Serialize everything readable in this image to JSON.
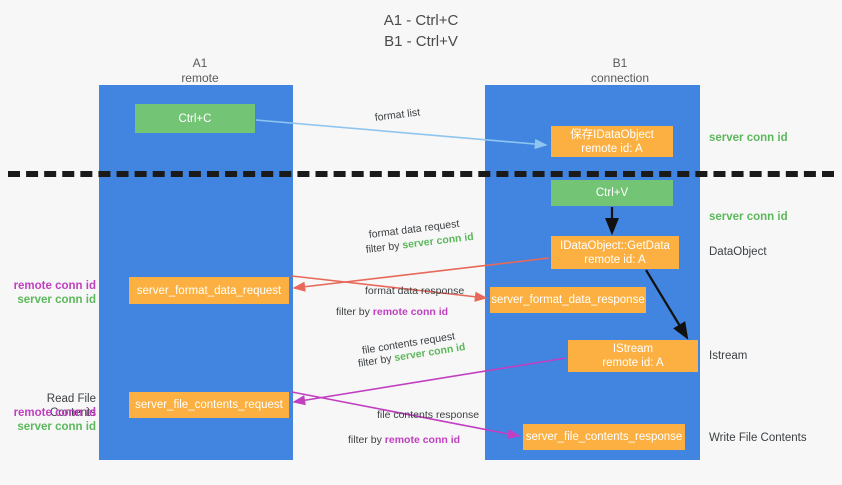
{
  "title": {
    "line1": "A1 - Ctrl+C",
    "line2": "B1 - Ctrl+V"
  },
  "columns": [
    {
      "id": "a1",
      "name": "A1",
      "subtitle": "remote"
    },
    {
      "id": "b1",
      "name": "B1",
      "subtitle": "connection"
    }
  ],
  "colors": {
    "lane": "#4285e0",
    "green_node": "#74c476",
    "orange_node": "#fbb041",
    "server_conn_id": "#5cb85c",
    "remote_conn_id": "#c13fc1",
    "arrow_blue": "#8ec5f0",
    "arrow_red": "#e8685a",
    "arrow_magenta": "#c13fc1",
    "arrow_black": "#111111",
    "divider": "#1a1a1a",
    "background": "#f7f7f7"
  },
  "nodes": {
    "ctrl_c": {
      "label": "Ctrl+C",
      "kind": "green"
    },
    "idataobject": {
      "line1": "保存IDataObject",
      "line2": "remote id: A",
      "kind": "orange"
    },
    "ctrl_v": {
      "label": "Ctrl+V",
      "kind": "green"
    },
    "getdata": {
      "line1": "IDataObject::GetData",
      "line2": "remote id: A",
      "kind": "orange"
    },
    "server_format_data_request": {
      "label": "server_format_data_request",
      "kind": "orange"
    },
    "server_format_data_response": {
      "label": "server_format_data_response",
      "kind": "orange"
    },
    "istream": {
      "line1": "IStream",
      "line2": "remote id: A",
      "kind": "orange"
    },
    "server_file_contents_request": {
      "label": "server_file_contents_request",
      "kind": "orange"
    },
    "server_file_contents_response": {
      "label": "server_file_contents_response",
      "kind": "orange"
    }
  },
  "right_labels": {
    "server_conn_id_top": "server conn id",
    "server_conn_id_mid": "server conn id",
    "dataobject": "DataObject",
    "istream": "Istream",
    "write_file_contents": "Write File Contents"
  },
  "left_labels": {
    "format_remote": "remote conn id",
    "format_server": "server conn id",
    "read_file_contents": "Read File Contents",
    "file_remote": "remote conn id",
    "file_server": "server conn id"
  },
  "edges": [
    {
      "id": "format-list",
      "label": "format list",
      "filter_prefix": "",
      "filter_target": "",
      "color": "#8ec5f0"
    },
    {
      "id": "format-data-request",
      "label": "format data request",
      "filter_prefix": "filter by ",
      "filter_target": "server conn id",
      "color": "#e8685a"
    },
    {
      "id": "format-data-response",
      "label": "format data response",
      "filter_prefix": "filter by ",
      "filter_target": "remote conn id",
      "color": "#e8685a"
    },
    {
      "id": "file-contents-request",
      "label": "file contents request",
      "filter_prefix": "filter by ",
      "filter_target": "server conn id",
      "color": "#c13fc1"
    },
    {
      "id": "file-contents-response",
      "label": "file contents response",
      "filter_prefix": "filter by ",
      "filter_target": "remote conn id",
      "color": "#c13fc1"
    }
  ]
}
